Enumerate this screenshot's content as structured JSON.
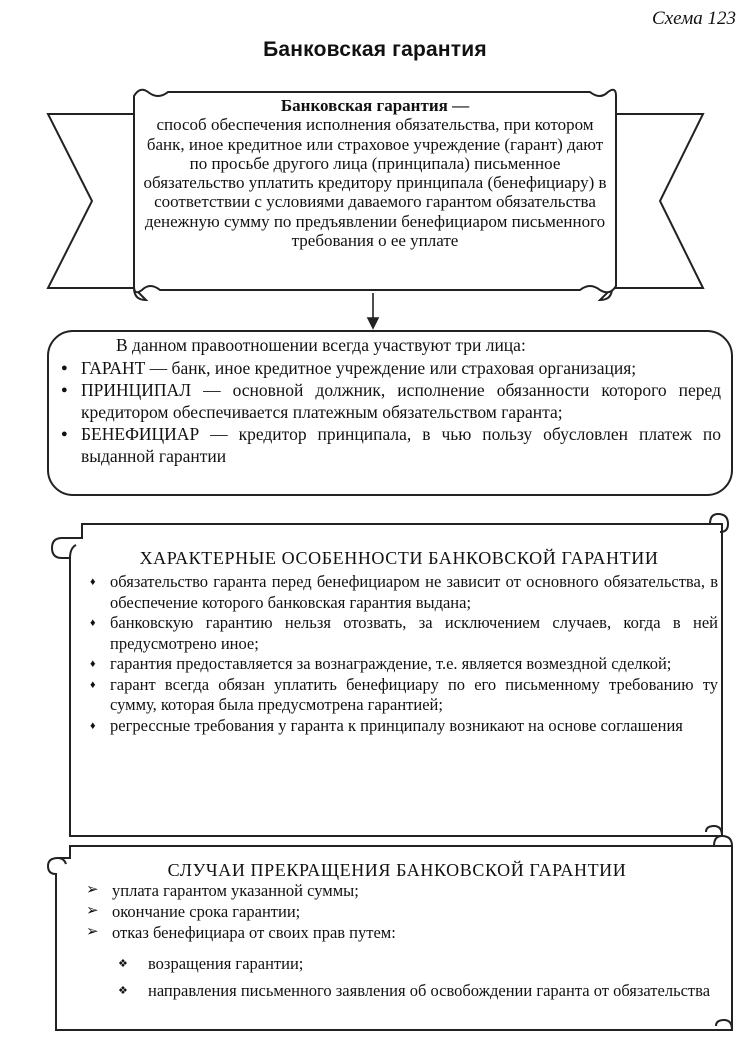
{
  "header": {
    "scheme_number": "Схема 123",
    "title": "Банковская гарантия"
  },
  "definition": {
    "term": "Банковская гарантия —",
    "text": "способ обеспечения исполнения обязательства, при котором банк, иное кредитное или страховое учреждение (гарант) дают по просьбе другого лица (принципала) письменное обязательство уплатить кредитору принципала (бенефициару) в соответствии с условиями даваемого гарантом обязательства денежную сумму по предъявлении бенефициаром письменного требования о ее уплате"
  },
  "parties": {
    "intro": "В данном правоотношении всегда участвуют три лица:",
    "items": [
      "ГАРАНТ — банк, иное кредитное учреждение или страховая организация;",
      "ПРИНЦИПАЛ — основной должник, исполнение обязанности которого перед кредитором обеспечивается платежным обязательством гаранта;",
      "БЕНЕФИЦИАР — кредитор принципала, в чью пользу обусловлен платеж по выданной гарантии"
    ]
  },
  "features": {
    "title": "ХАРАКТЕРНЫЕ ОСОБЕННОСТИ БАНКОВСКОЙ ГАРАНТИИ",
    "items": [
      "обязательство гаранта перед бенефициаром не зависит от основного обязательства, в обеспечение которого банковская гарантия выдана;",
      "банковскую гарантию нельзя отозвать, за исключением случаев, когда в ней предусмотрено иное;",
      "гарантия предоставляется за вознаграждение, т.е. является возмездной сделкой;",
      "гарант всегда обязан уплатить бенефициару по его письменному требованию ту сумму, которая была предусмотрена гарантией;",
      "регрессные требования у гаранта к принципалу возникают на основе соглашения"
    ]
  },
  "termination": {
    "title": "СЛУЧАИ ПРЕКРАЩЕНИЯ БАНКОВСКОЙ ГАРАНТИИ",
    "items": [
      "уплата гарантом указанной суммы;",
      "окончание срока гарантии;",
      "отказ бенефициара от своих прав путем:"
    ],
    "subitems": [
      "возращения гарантии;",
      "направления письменного заявления об освобождении гаранта от обязательства"
    ]
  }
}
